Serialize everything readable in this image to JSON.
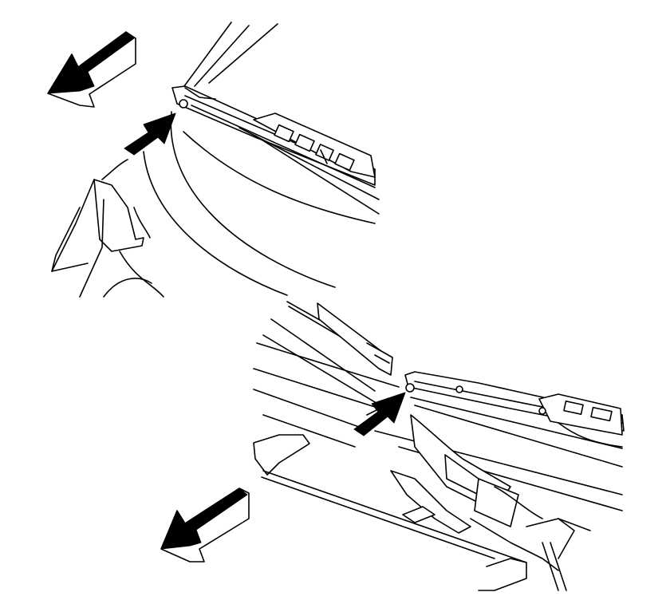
{
  "figure": {
    "ink_color": "#000000",
    "background_color": "#ffffff",
    "parts": [
      "direction-arrow-upper",
      "direction-arrow-lower",
      "pointer-arrow-upper",
      "pointer-arrow-lower",
      "wiper-arm-upper",
      "wiper-arm-lower",
      "wiper-blade-middle",
      "windshield-cowl-upper",
      "windshield-cowl-lower"
    ]
  }
}
